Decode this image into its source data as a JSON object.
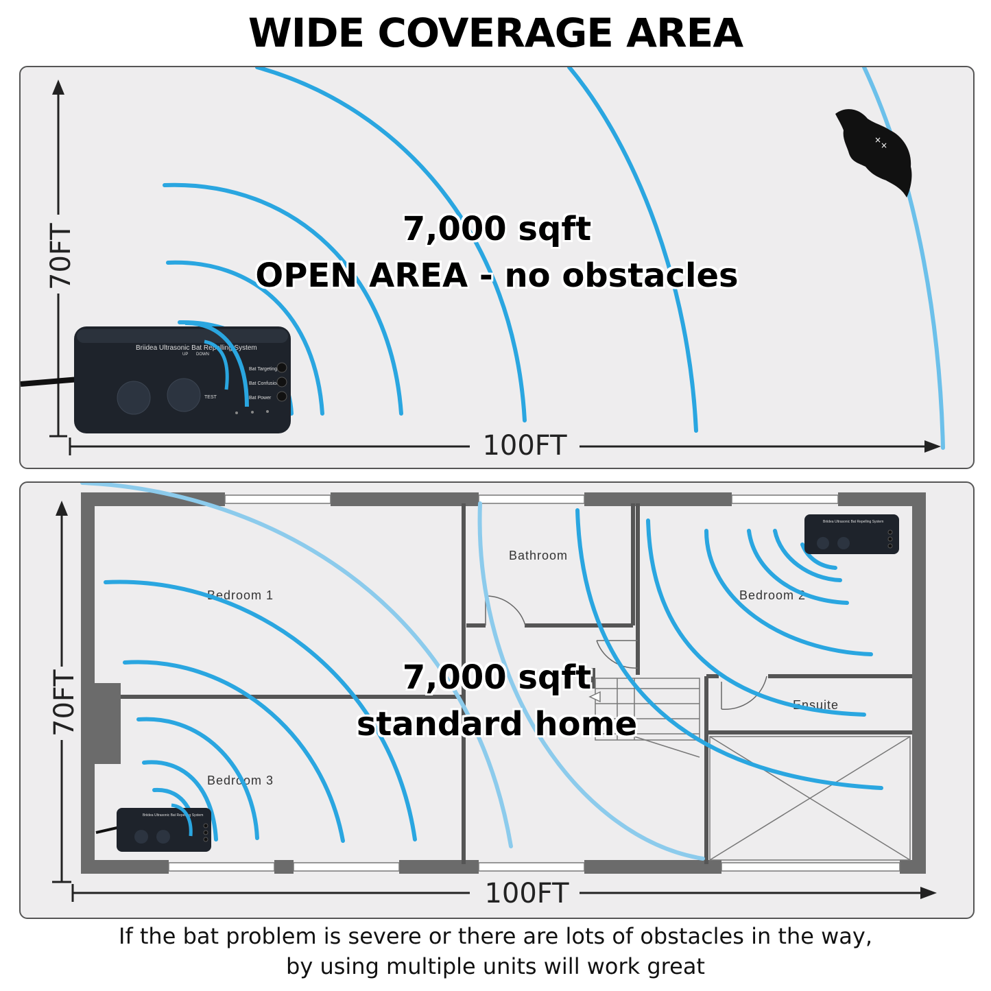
{
  "title": "WIDE COVERAGE AREA",
  "open_area": {
    "height_label": "70FT",
    "width_label": "100FT",
    "area": "7,000 sqft",
    "description": "OPEN AREA - no obstacles",
    "device_name": "Briidea Ultrasonic Bat Repelling System",
    "device_labels": {
      "up": "UP",
      "down": "DOWN",
      "test": "TEST",
      "bat_targeting": "Bat Targeting",
      "bat_confusion": "Bat Confusion",
      "bat_power": "Bat Power"
    }
  },
  "home": {
    "height_label": "70FT",
    "width_label": "100FT",
    "area": "7,000 sqft",
    "description": "standard home",
    "rooms": [
      "Bedroom 1",
      "Bathroom",
      "Bedroom 2",
      "Ensuite",
      "Bedroom 3"
    ],
    "device_name": "Briidea Ultrasonic Bat Repelling System"
  },
  "footer": {
    "line1": "If the bat problem is severe or there are lots of obstacles in the way,",
    "line2": "by using multiple units will work great"
  },
  "colors": {
    "wave": "#2aa6e0",
    "wave_light": "#8ccbec",
    "wall": "#6b6b6b",
    "panel_bg": "#eeedee",
    "device": "#1e232b"
  }
}
